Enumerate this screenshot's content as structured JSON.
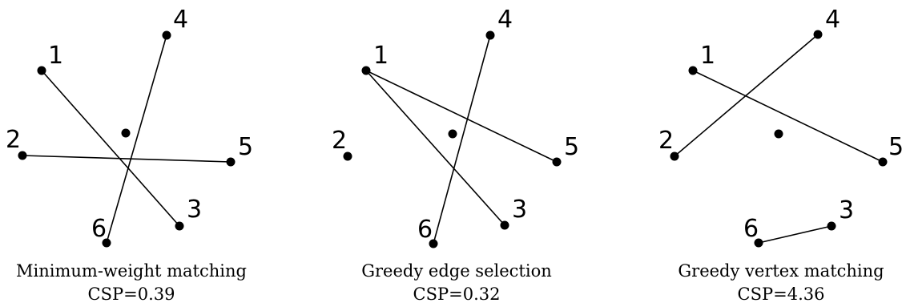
{
  "panels": [
    {
      "caption": "Minimum-weight matching",
      "csp": "CSP=0.39",
      "vertices": [
        {
          "id": "1",
          "label": "1"
        },
        {
          "id": "2",
          "label": "2"
        },
        {
          "id": "3",
          "label": "3"
        },
        {
          "id": "4",
          "label": "4"
        },
        {
          "id": "5",
          "label": "5"
        },
        {
          "id": "6",
          "label": "6"
        },
        {
          "id": "c",
          "label": ""
        }
      ],
      "edges": [
        [
          "1",
          "3"
        ],
        [
          "2",
          "5"
        ],
        [
          "4",
          "6"
        ]
      ]
    },
    {
      "caption": "Greedy edge selection",
      "csp": "CSP=0.32",
      "vertices": [
        {
          "id": "1",
          "label": "1"
        },
        {
          "id": "2",
          "label": "2"
        },
        {
          "id": "3",
          "label": "3"
        },
        {
          "id": "4",
          "label": "4"
        },
        {
          "id": "5",
          "label": "5"
        },
        {
          "id": "6",
          "label": "6"
        },
        {
          "id": "c",
          "label": ""
        }
      ],
      "edges": [
        [
          "1",
          "5"
        ],
        [
          "1",
          "3"
        ],
        [
          "4",
          "6"
        ]
      ]
    },
    {
      "caption": "Greedy vertex matching",
      "csp": "CSP=4.36",
      "vertices": [
        {
          "id": "1",
          "label": "1"
        },
        {
          "id": "2",
          "label": "2"
        },
        {
          "id": "3",
          "label": "3"
        },
        {
          "id": "4",
          "label": "4"
        },
        {
          "id": "5",
          "label": "5"
        },
        {
          "id": "6",
          "label": "6"
        },
        {
          "id": "c",
          "label": ""
        }
      ],
      "edges": [
        [
          "1",
          "5"
        ],
        [
          "2",
          "4"
        ],
        [
          "6",
          "3"
        ]
      ]
    }
  ]
}
